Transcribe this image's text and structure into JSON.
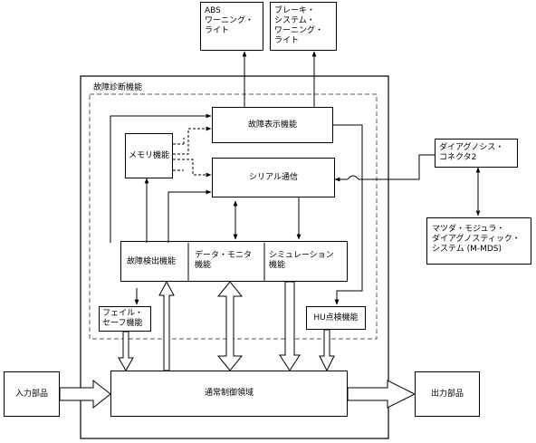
{
  "diagram": {
    "warning_abs": "ABS\nワーニング・\nライト",
    "warning_brake": "ブレーキ・\nシステム・\nワーニング・\nライト",
    "section_title": "故障診断機能",
    "fault_display": "故障表示機能",
    "memory": "メモリ機能",
    "serial": "シリアル通信",
    "connector": "ダイアグノシス・\nコネクタ2",
    "mmds": "マツダ・モジュラ・\nダイアグノスティック・\nシステム (M-MDS)",
    "fault_detect": "故障検出機能",
    "data_monitor": "データ・モニタ\n機能",
    "simulation": "シミュレーション\n機能",
    "failsafe": "フェイル・\nセーフ機能",
    "hu_check": "HU点検機能",
    "normal_control": "通常制御領域",
    "input": "入力部品",
    "output": "出力部品"
  }
}
